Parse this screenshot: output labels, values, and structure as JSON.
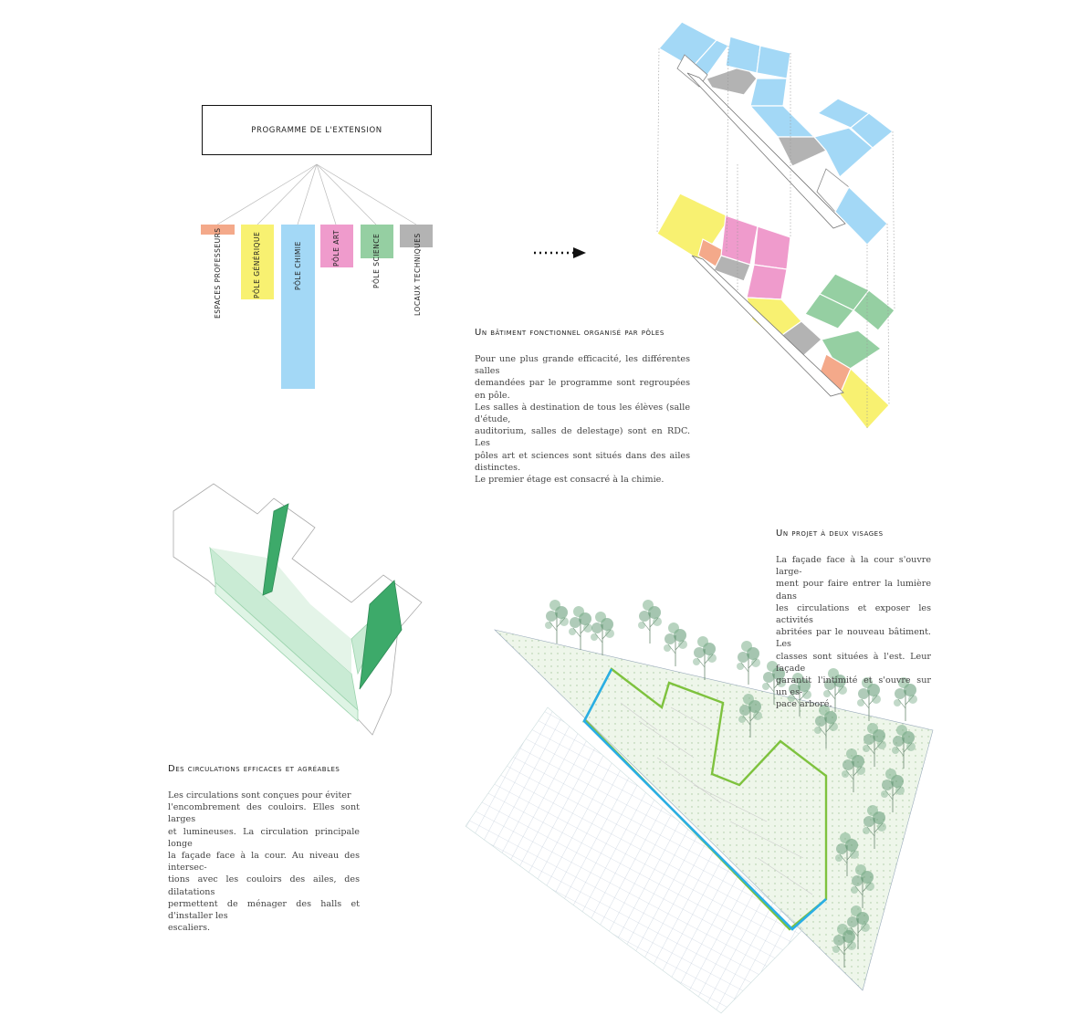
{
  "program": {
    "title": "programme de l'extension",
    "poles": [
      {
        "label": "espaces professeurs",
        "color": "#f4a98a"
      },
      {
        "label": "pôle générique",
        "color": "#f8f171"
      },
      {
        "label": "pôle chimie",
        "color": "#a3d8f6"
      },
      {
        "label": "pôle art",
        "color": "#ef9bcc"
      },
      {
        "label": "pôle science",
        "color": "#95cfa2"
      },
      {
        "label": "locaux techniques",
        "color": "#b3b3b3"
      }
    ]
  },
  "section_poles": {
    "heading": "Un bâtiment fonctionnel organisé par pôles",
    "lines": [
      "Pour une plus grande efficacité, les différentes salles",
      "demandées par le programme sont regroupées en pôle.",
      "Les salles à destination de tous les élèves (salle d'étude,",
      "auditorium, salles de delestage) sont en RDC. Les",
      "pôles art et sciences sont situés dans des ailes distinctes.",
      "Le premier étage est consacré à la chimie."
    ]
  },
  "section_visages": {
    "heading": "Un projet à deux visages",
    "lines": [
      "La façade face à la cour s'ouvre large-",
      "ment pour faire entrer la lumière dans",
      "les circulations et exposer les activités",
      "abritées par le nouveau bâtiment. Les",
      "classes sont situées à l'est. Leur façade",
      "garantit l'intimité et s'ouvre sur un es-",
      "pace arboré."
    ]
  },
  "section_circulations": {
    "heading": "Des circulations efficaces et agréables",
    "lines": [
      "Les circulations sont conçues pour éviter",
      "l'encombrement des couloirs. Elles sont larges",
      "et lumineuses. La circulation principale longe",
      "la façade face à la cour. Au niveau des intersec-",
      "tions avec les couloirs des ailes, des dilatations",
      "permettent de ménager des halls et d'installer les",
      "escaliers."
    ]
  },
  "colors": {
    "courtyard_outline": "#2aaee5",
    "garden_outline": "#7ec23e",
    "circulation_green": "#3daa6a"
  }
}
